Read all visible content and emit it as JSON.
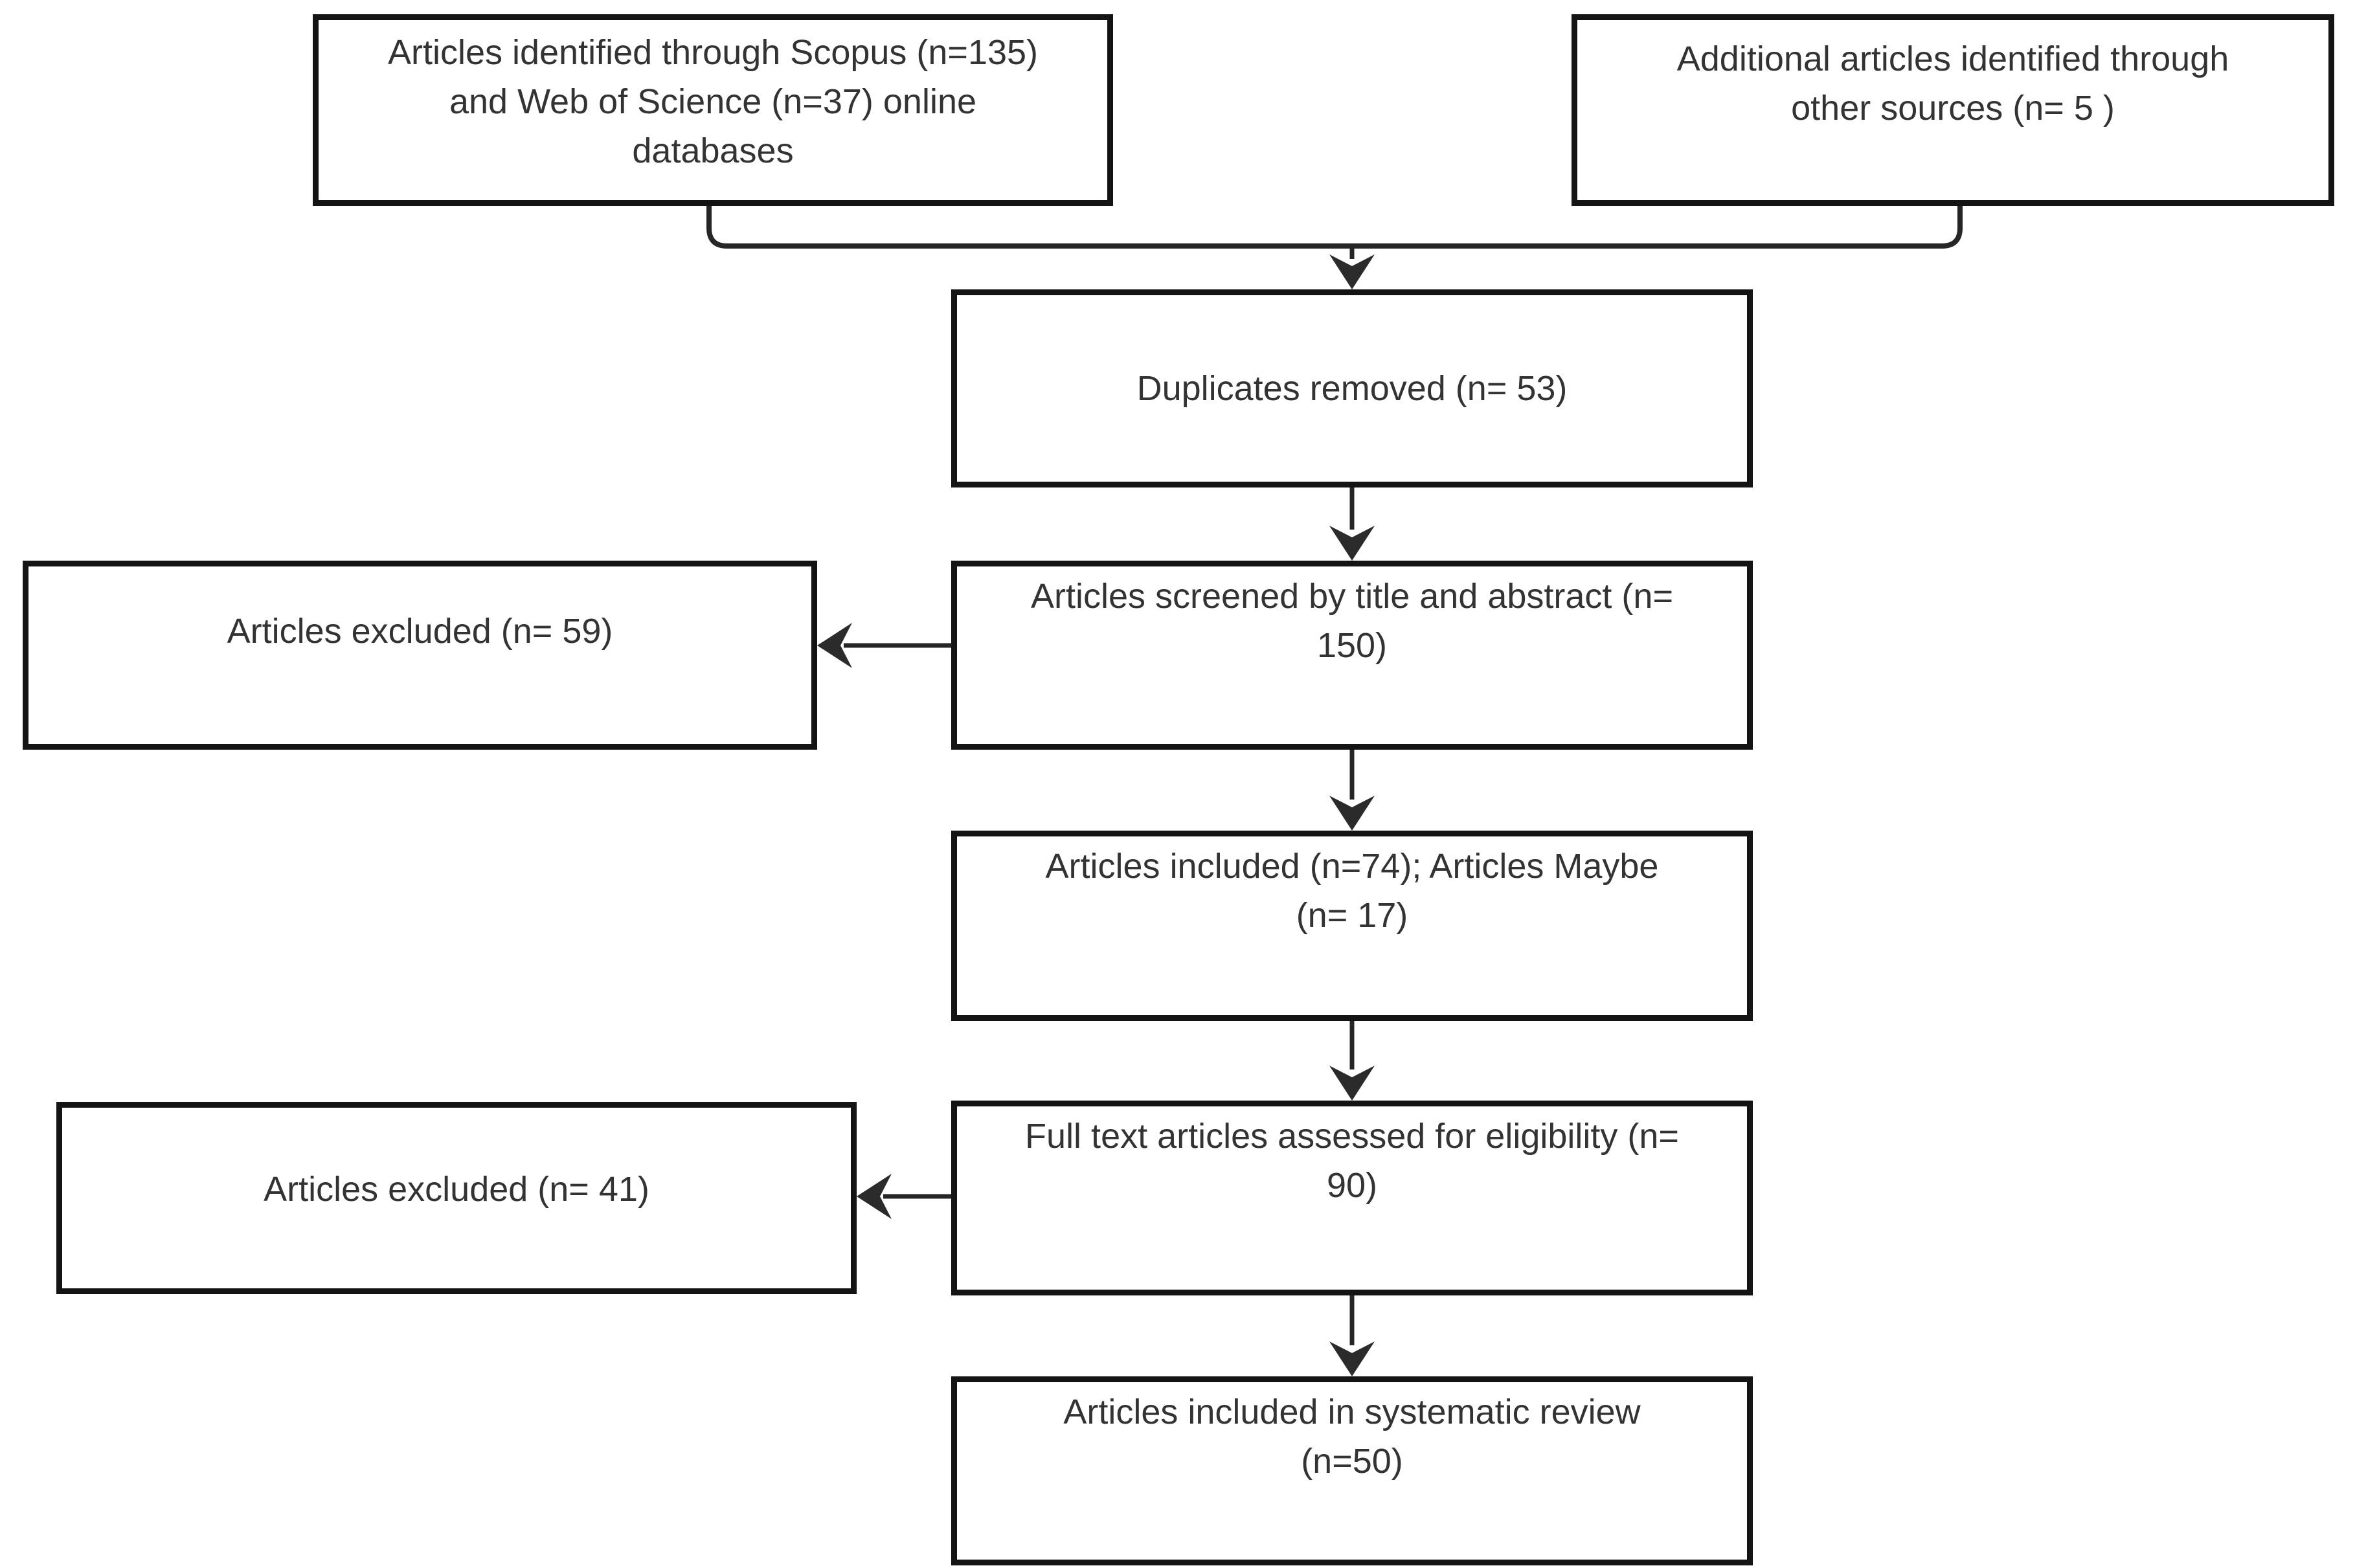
{
  "page": {
    "background": "#ffffff"
  },
  "diagram": {
    "type": "prisma-flowchart",
    "colors": {
      "box_border": "#141414",
      "connector_line": "#262626",
      "arrowhead": "#2b2b2b",
      "text": "#333333",
      "box_fill": "#ffffff"
    },
    "boxes": {
      "sources_databases": {
        "label": "Articles identified through Scopus (n=135) and Web of Science (n=37) online databases",
        "lines": [
          "Articles identified through Scopus (n=135)",
          "and Web of Science (n=37) online",
          "databases"
        ]
      },
      "sources_other": {
        "label": "Additional articles identified through other sources (n= 5 )",
        "lines": [
          "Additional articles identified through",
          "other sources (n= 5 )"
        ]
      },
      "duplicates_removed": {
        "label": "Duplicates removed (n= 53)",
        "lines": [
          "Duplicates removed (n= 53)"
        ]
      },
      "screened": {
        "label": "Articles screened by title and abstract (n= 150)",
        "lines": [
          "Articles screened by title and abstract (n=",
          "150)"
        ]
      },
      "excluded_screening": {
        "label": "Articles excluded (n= 59)",
        "lines": [
          "Articles excluded (n= 59)"
        ]
      },
      "included_maybe": {
        "label": "Articles included (n=74); Articles Maybe (n= 17)",
        "lines": [
          "Articles included (n=74); Articles Maybe",
          "(n= 17)"
        ]
      },
      "fulltext_assessed": {
        "label": "Full text articles assessed for eligibility (n= 90)",
        "lines": [
          "Full text articles assessed for eligibility (n=",
          "90)"
        ]
      },
      "excluded_fulltext": {
        "label": "Articles excluded (n= 41)",
        "lines": [
          "Articles excluded (n= 41)"
        ]
      },
      "included_final": {
        "label": "Articles included in systematic review (n=50)",
        "lines": [
          "Articles included in systematic review",
          "(n=50)"
        ]
      }
    }
  }
}
